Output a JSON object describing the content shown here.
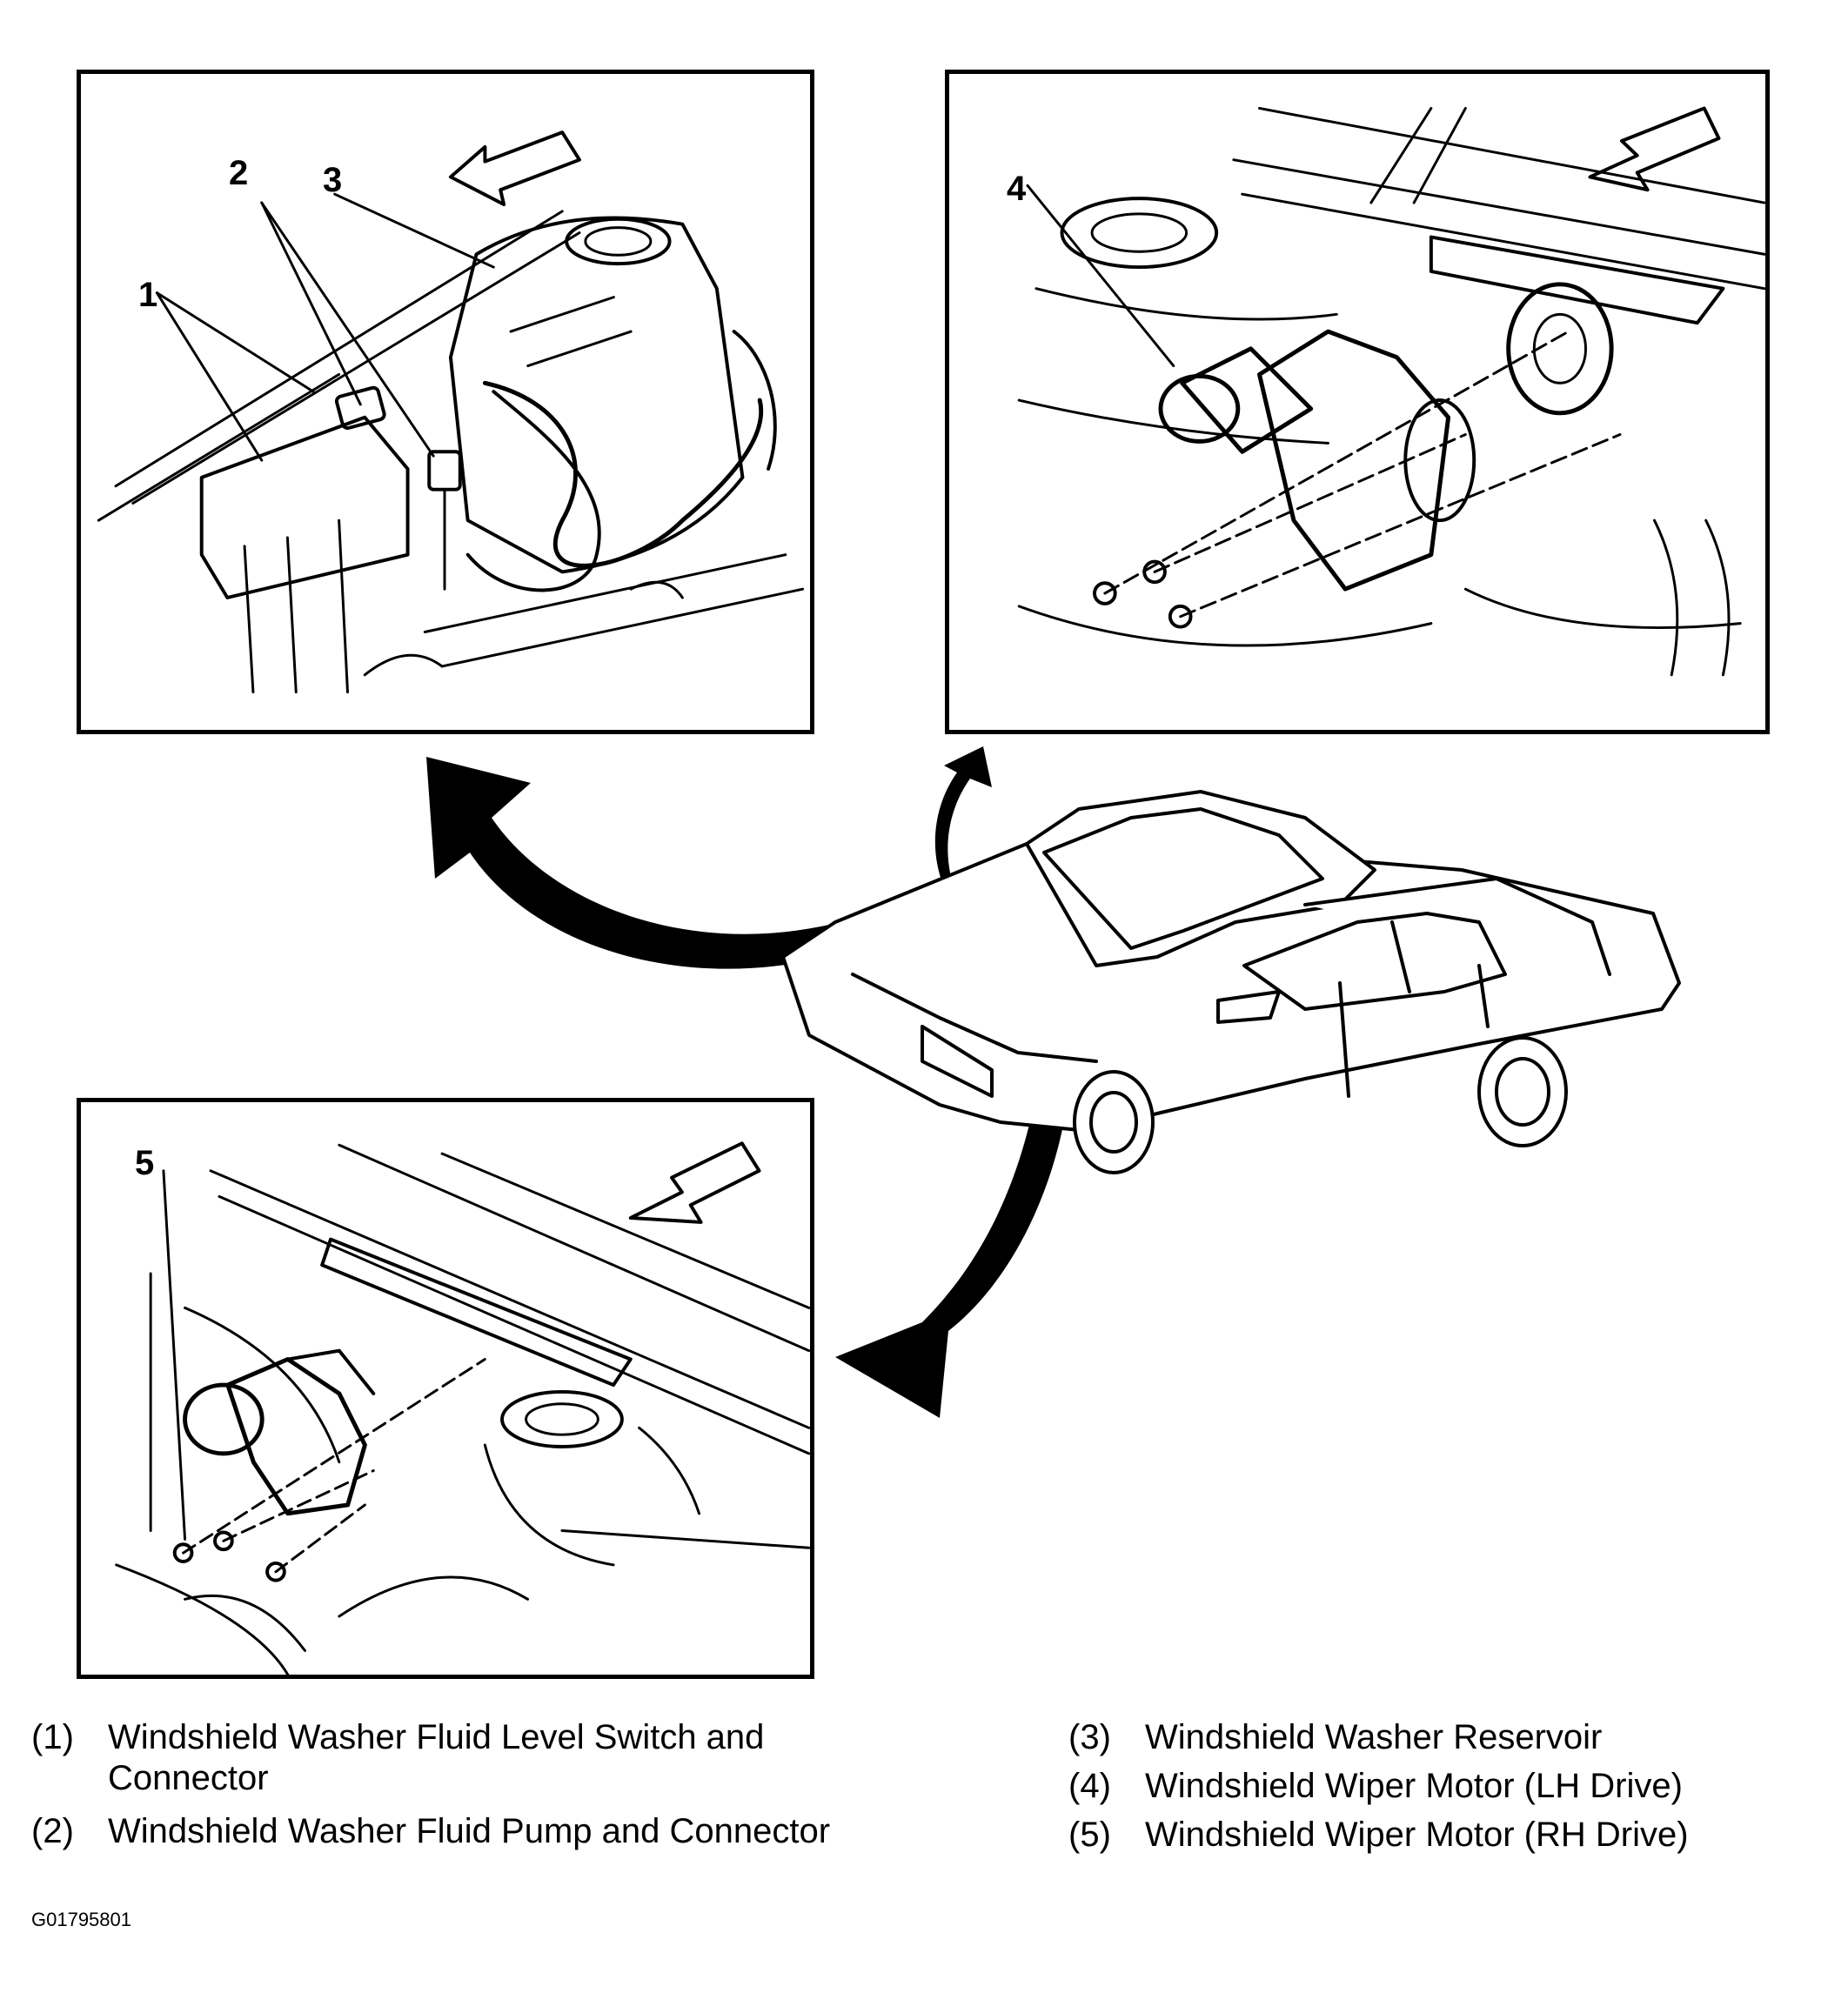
{
  "panels": {
    "top_left": {
      "callouts": [
        "1",
        "2",
        "3"
      ]
    },
    "top_right": {
      "callouts": [
        "4"
      ]
    },
    "bottom_left": {
      "callouts": [
        "5"
      ]
    }
  },
  "legend": [
    {
      "number": "(1)",
      "text": "Windshield Washer Fluid Level Switch and Connector"
    },
    {
      "number": "(2)",
      "text": "Windshield Washer Fluid Pump and Connector"
    },
    {
      "number": "(3)",
      "text": "Windshield Washer Reservoir"
    },
    {
      "number": "(4)",
      "text": "Windshield Wiper Motor (LH Drive)"
    },
    {
      "number": "(5)",
      "text": "Windshield Wiper Motor (RH Drive)"
    }
  ],
  "figure_id": "G01795801"
}
